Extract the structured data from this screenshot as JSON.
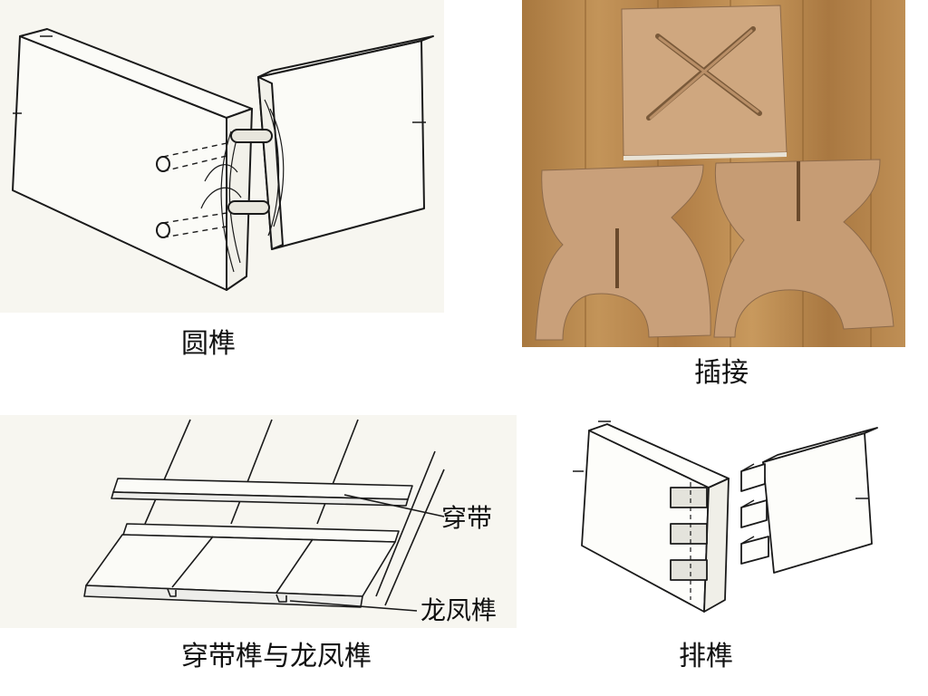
{
  "captions": {
    "dowel": "圆榫",
    "insert": "插接",
    "tongue": "穿带榫与龙凤榫",
    "comb": "排榫"
  },
  "callouts": {
    "batten": "穿带",
    "tongue_groove": "龙凤榫"
  },
  "colors": {
    "line": "#1a1a1a",
    "paper": "#f7f6f0",
    "wood_floor": "#b98a52",
    "plywood": "#c9a07a"
  }
}
